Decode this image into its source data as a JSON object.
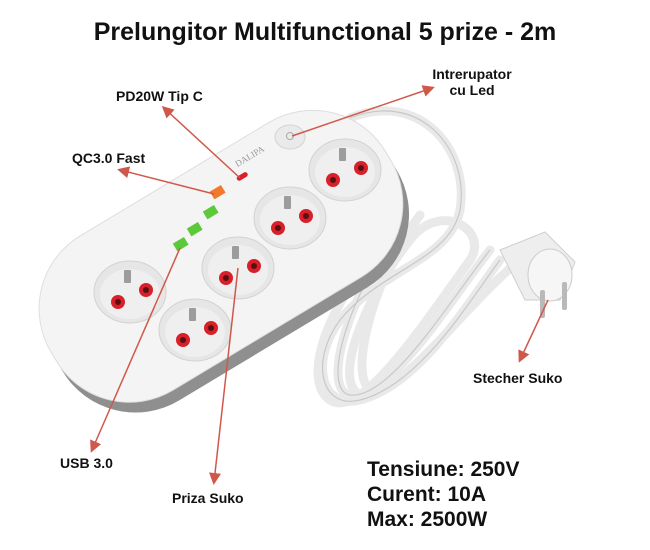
{
  "title": "Prelungitor Multifunctional 5 prize - 2m",
  "labels": {
    "pd": "PD20W Tip C",
    "qc": "QC3.0 Fast",
    "switch_line1": "Intrerupator",
    "switch_line2": "cu Led",
    "usb": "USB 3.0",
    "socket": "Priza Suko",
    "plug": "Stecher Suko"
  },
  "specs": {
    "voltage": "Tensiune: 250V",
    "current": "Curent: 10A",
    "max": "Max: 2500W"
  },
  "product_brand": "DALIPA",
  "colors": {
    "arrow": "#d0584a",
    "usb_green": "#5cc93a",
    "usb_orange": "#f07a2a",
    "pin_red": "#d8202a"
  }
}
